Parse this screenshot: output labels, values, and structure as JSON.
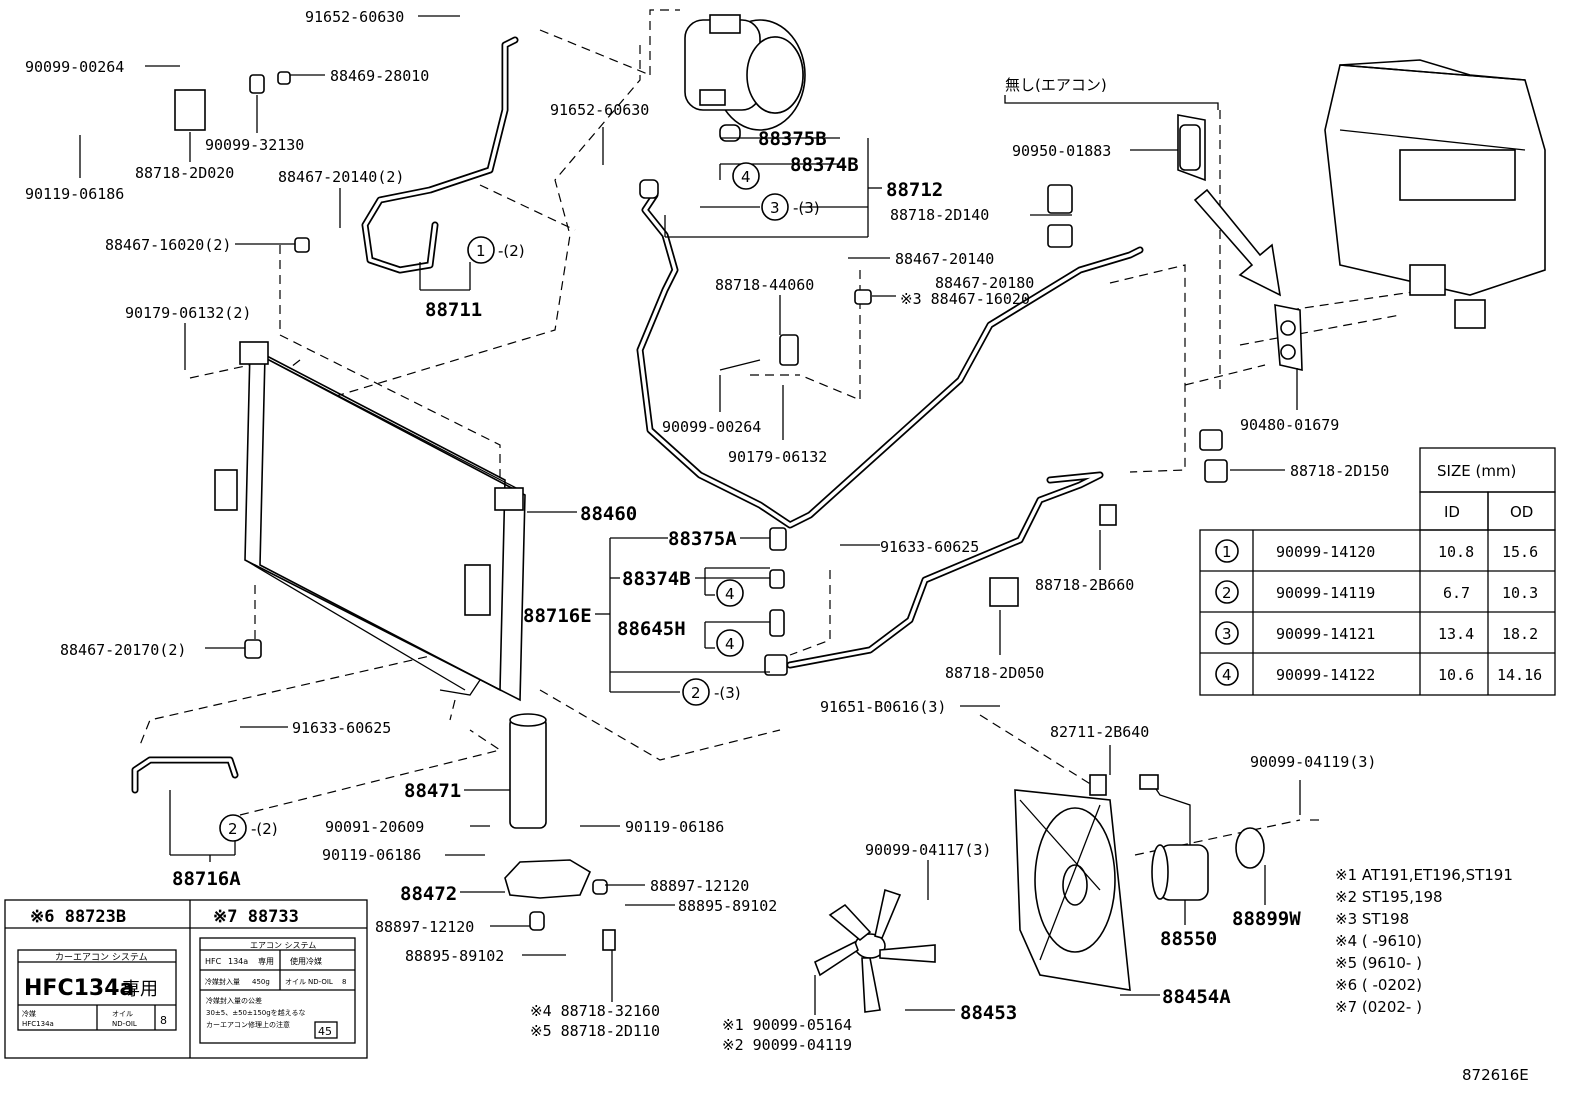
{
  "diagram": {
    "code": "872616E",
    "no_aircon_label": "無し(エアコン)",
    "callouts": {
      "c1": "1",
      "c2": "2",
      "c3": "3",
      "c4": "4",
      "q2": "-(2)",
      "q3": "-(3)"
    },
    "parts": [
      "91652-60630",
      "90099-00264",
      "88469-28010",
      "90099-32130",
      "88718-2D020",
      "90119-06186",
      "88467-20140(2)",
      "88467-16020(2)",
      "88711",
      "90179-06132(2)",
      "88460",
      "88467-20170(2)",
      "91633-60625",
      "88716A",
      "91652-60630",
      "88375B",
      "88374B",
      "88712",
      "88718-44060",
      "90099-00264",
      "90179-06132",
      "88467-20140",
      "88467-20180",
      "※3 88467-16020",
      "88375A",
      "88374B",
      "88716E",
      "88645H",
      "88471",
      "90091-20609",
      "90119-06186",
      "90119-06186",
      "88472",
      "88897-12120",
      "88895-89102",
      "88897-12120",
      "88895-89102",
      "※4 88718-32160",
      "※5 88718-2D110",
      "91633-60625",
      "88718-2B660",
      "88718-2D050",
      "91651-B0616(3)",
      "82711-2B640",
      "90099-04117(3)",
      "88453",
      "※1 90099-05164",
      "※2 90099-04119",
      "88454A",
      "88550",
      "88899W",
      "90099-04119(3)",
      "90950-01883",
      "88718-2D140",
      "90480-01679",
      "88718-2D150"
    ]
  },
  "size_table": {
    "title": "SIZE (mm)",
    "col_id": "ID",
    "col_od": "OD",
    "rows": [
      {
        "mark": "1",
        "part": "90099-14120",
        "id": "10.8",
        "od": "15.6"
      },
      {
        "mark": "2",
        "part": "90099-14119",
        "id": "6.7",
        "od": "10.3"
      },
      {
        "mark": "3",
        "part": "90099-14121",
        "id": "13.4",
        "od": "18.2"
      },
      {
        "mark": "4",
        "part": "90099-14122",
        "id": "10.6",
        "od": "14.16"
      }
    ]
  },
  "notes": [
    "※1  AT191,ET196,ST191",
    "※2  ST195,198",
    "※3  ST198",
    "※4 (     -9610)",
    "※5 (9610-     )",
    "※6 (     -0202)",
    "※7 (0202-     )"
  ],
  "label_box": {
    "left_title": "※6 88723B",
    "right_title": "※7 88733",
    "left_header": "カーエアコン システム",
    "left_main": "HFC134a",
    "left_main_suffix": "専用",
    "left_small_1": "冷媒",
    "left_small_2": "HFC134a",
    "left_small_3": "オイル",
    "left_small_4": "ND-OIL",
    "left_small_5": "8",
    "right_header": "エアコン システム",
    "right_r1a": "HFC",
    "right_r1b": "134a",
    "right_r1c": "専用",
    "right_r1d": "使用冷媒",
    "right_r2a": "冷媒封入量",
    "right_r2b": "450g",
    "right_r2c": "オイル",
    "right_r2d": "ND-OIL",
    "right_r2e": "8",
    "right_r3": "冷媒封入量の公差",
    "right_r4": "30±5、±50±150gを越えるな",
    "right_r5": "カーエアコン修理上の注意",
    "right_num": "45"
  }
}
